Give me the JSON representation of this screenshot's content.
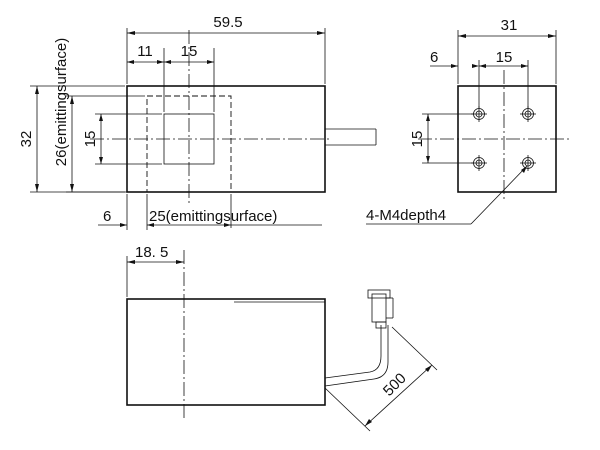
{
  "front_view": {
    "overall_width": "59.5",
    "offset_left": "11",
    "window_width": "15",
    "overall_height": "32",
    "emitting_height": "26(emittingsurface)",
    "window_height": "15",
    "bottom_offset": "6",
    "emitting_width": "25(emittingsurface)"
  },
  "side_view": {
    "overall_width": "31",
    "hole_offset": "6",
    "hole_spacing_x": "15",
    "hole_spacing_y": "15",
    "hole_callout": "4-M4depth4"
  },
  "top_view": {
    "center_offset": "18. 5",
    "cable_length": "500"
  }
}
